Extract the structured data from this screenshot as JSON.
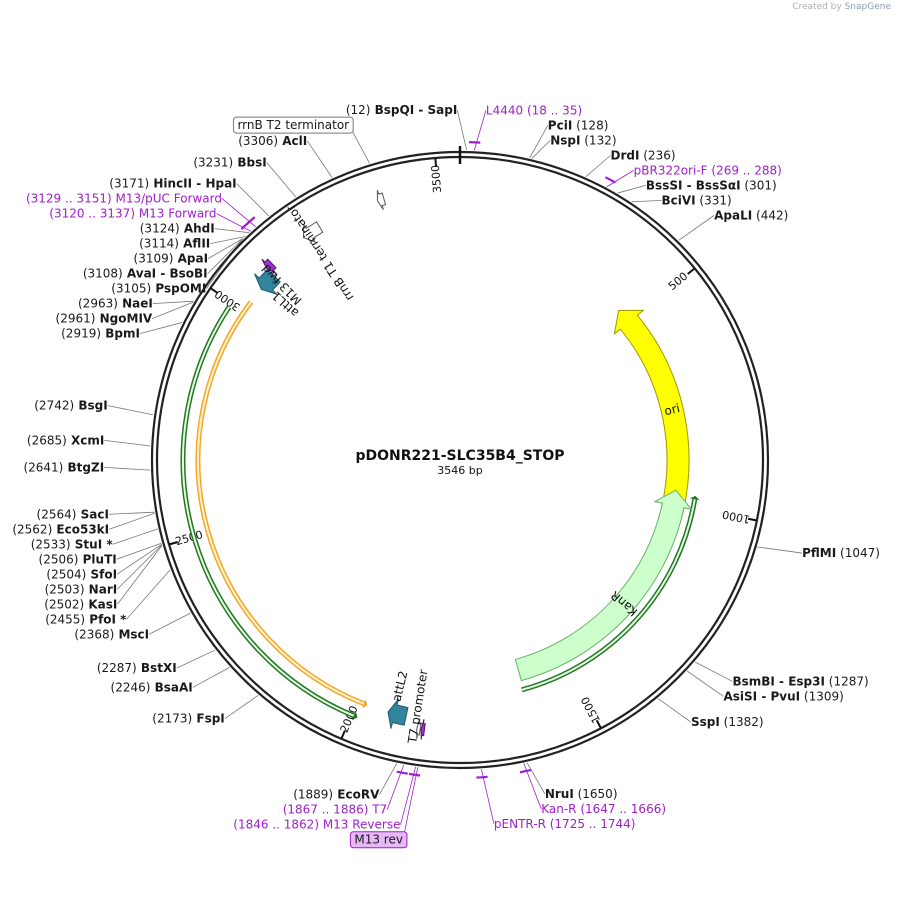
{
  "watermark": {
    "prefix": "Created by",
    "brand": "SnapGene"
  },
  "plasmid": {
    "name": "pDONR221-SLC35B4_STOP",
    "length": 3546,
    "length_label": "3546 bp"
  },
  "ticks": [
    {
      "bp": 500,
      "label": "500"
    },
    {
      "bp": 1000,
      "label": "1000"
    },
    {
      "bp": 1500,
      "label": "1500"
    },
    {
      "bp": 2000,
      "label": "2000"
    },
    {
      "bp": 2500,
      "label": "2500"
    },
    {
      "bp": 3000,
      "label": "3000"
    },
    {
      "bp": 3500,
      "label": "3500"
    }
  ],
  "features": [
    {
      "name": "ori",
      "start": 1050,
      "end": 460,
      "strand": -1,
      "ring": 1,
      "color": "#ffff00",
      "stroke": "#9a9a00",
      "label": "ori",
      "label_mode": "arc"
    },
    {
      "name": "KanR",
      "start": 1620,
      "end": 965,
      "strand": -1,
      "ring": 1,
      "color": "#ccffcc",
      "stroke": "#6ab06a",
      "label": "KanR",
      "label_mode": "arc"
    },
    {
      "name": "attL1",
      "start": 3100,
      "end": 3060,
      "strand": -1,
      "ring": 2,
      "color": "#31849b",
      "stroke": "#1f5f70",
      "label": "attL1",
      "label_mode": "out"
    },
    {
      "name": "M13 fwd",
      "start": 3115,
      "end": 3100,
      "strand": -1,
      "ring": 3,
      "color": "#9933cc",
      "stroke": "#55116e",
      "label": "M13 fwd",
      "label_mode": "out"
    },
    {
      "name": "rrnB T1 terminator",
      "start": 3240,
      "end": 3200,
      "strand": -1,
      "ring": 3,
      "color": "#ffffff",
      "stroke": "#555555",
      "label": "rrnB T1 terminator",
      "label_mode": "out"
    },
    {
      "name": "rrnB T2 terminator",
      "start": 3386,
      "end": 3372,
      "strand": -1,
      "ring": 3,
      "color": "#ffffff",
      "stroke": "#555555",
      "label": "rrnB T2 terminator",
      "label_mode": "none"
    },
    {
      "name": "attL2",
      "start": 1930,
      "end": 1890,
      "strand": 1,
      "ring": 2,
      "color": "#31849b",
      "stroke": "#1f5f70",
      "label": "attL2",
      "label_mode": "out"
    },
    {
      "name": "T7 promoter",
      "start": 1863,
      "end": 1856,
      "strand": 1,
      "ring": 3,
      "color": "#ffffff",
      "stroke": "#555555",
      "label": "T7 promoter",
      "label_mode": "out"
    },
    {
      "name": "M13 rev",
      "start": 1854,
      "end": 1847,
      "strand": 1,
      "ring": 3,
      "color": "#9933cc",
      "stroke": "#55116e",
      "label": "",
      "label_mode": "none"
    }
  ],
  "orfs": [
    {
      "start": 1985,
      "end": 3025,
      "strand": -1,
      "ring": 1,
      "color": "#f6a623",
      "fill": "#fff3d6"
    },
    {
      "start": 1995,
      "end": 2990,
      "strand": -1,
      "ring": 2,
      "color": "#1f7a1f",
      "fill": "#e8f6e8"
    },
    {
      "start": 1625,
      "end": 980,
      "strand": -1,
      "ring": 0,
      "color": "#1f7a1f",
      "fill": "#e8f6e8"
    }
  ],
  "primer_marks": [
    {
      "name": "L4440",
      "bp": 26
    },
    {
      "name": "pBR322ori-F",
      "bp": 278
    },
    {
      "name": "M13/pUC Forward",
      "bp": 3140
    },
    {
      "name": "M13 Forward",
      "bp": 3128
    },
    {
      "name": "T7",
      "bp": 1876
    },
    {
      "name": "M13 Reverse",
      "bp": 1854
    },
    {
      "name": "pENTR-R",
      "bp": 1734
    },
    {
      "name": "Kan-R",
      "bp": 1656
    }
  ],
  "labels": [
    {
      "text": [
        "(12)",
        " BspQI",
        "  -  SapI"
      ],
      "bp": 12,
      "kind": "site",
      "side": "L"
    },
    {
      "text": [
        "L4440",
        "    (18 .. 35)"
      ],
      "bp": 26,
      "kind": "primer",
      "side": "R"
    },
    {
      "text": [
        "PciI",
        "   (128)"
      ],
      "bp": 128,
      "kind": "site",
      "side": "R"
    },
    {
      "text": [
        "NspI",
        "   (132)"
      ],
      "bp": 132,
      "kind": "site",
      "side": "R"
    },
    {
      "text": [
        "DrdI",
        "   (236)"
      ],
      "bp": 236,
      "kind": "site",
      "side": "R"
    },
    {
      "text": [
        "pBR322ori-F",
        "    (269 .. 288)"
      ],
      "bp": 278,
      "kind": "primer",
      "side": "R"
    },
    {
      "text": [
        "BssSI",
        "  -  BssSαI",
        "   (301)"
      ],
      "bp": 301,
      "kind": "site",
      "side": "R"
    },
    {
      "text": [
        "BciVI",
        "   (331)"
      ],
      "bp": 331,
      "kind": "site",
      "side": "R"
    },
    {
      "text": [
        "ApaLI",
        "   (442)"
      ],
      "bp": 442,
      "kind": "site",
      "side": "R"
    },
    {
      "text": [
        "PflMI",
        "   (1047)"
      ],
      "bp": 1047,
      "kind": "site",
      "side": "R"
    },
    {
      "text": [
        "BsmBI",
        "  -  Esp3I",
        "   (1287)"
      ],
      "bp": 1287,
      "kind": "site",
      "side": "R"
    },
    {
      "text": [
        "AsiSI",
        "  -  PvuI",
        "   (1309)"
      ],
      "bp": 1309,
      "kind": "site",
      "side": "R"
    },
    {
      "text": [
        "SspI",
        "   (1382)"
      ],
      "bp": 1382,
      "kind": "site",
      "side": "R"
    },
    {
      "text": [
        "Kan-R",
        "    (1647 .. 1666)"
      ],
      "bp": 1656,
      "kind": "primer",
      "side": "R"
    },
    {
      "text": [
        "NruI",
        "   (1650)"
      ],
      "bp": 1650,
      "kind": "site",
      "side": "R"
    },
    {
      "text": [
        "pENTR-R",
        "    (1725 .. 1744)"
      ],
      "bp": 1734,
      "kind": "primer",
      "side": "R"
    },
    {
      "text": [
        "(1846 .. 1862)",
        "  M13 Reverse"
      ],
      "bp": 1854,
      "kind": "primer",
      "side": "L"
    },
    {
      "text": [
        "(1867 .. 1886)",
        "  T7"
      ],
      "bp": 1876,
      "kind": "primer",
      "side": "L"
    },
    {
      "text": [
        "(1889)",
        "  EcoRV"
      ],
      "bp": 1889,
      "kind": "site",
      "side": "L"
    },
    {
      "text": [
        "(2173)",
        "  FspI"
      ],
      "bp": 2173,
      "kind": "site",
      "side": "L"
    },
    {
      "text": [
        "(2246)",
        "  BsaAI"
      ],
      "bp": 2246,
      "kind": "site",
      "side": "L"
    },
    {
      "text": [
        "(2287)",
        "  BstXI"
      ],
      "bp": 2287,
      "kind": "site",
      "side": "L"
    },
    {
      "text": [
        "(2368)",
        "  MscI"
      ],
      "bp": 2368,
      "kind": "site",
      "side": "L"
    },
    {
      "text": [
        "(2455)",
        "  PfoI *"
      ],
      "bp": 2455,
      "kind": "site",
      "side": "L"
    },
    {
      "text": [
        "(2502)",
        "  KasI"
      ],
      "bp": 2502,
      "kind": "site",
      "side": "L"
    },
    {
      "text": [
        "(2503)",
        "  NarI"
      ],
      "bp": 2503,
      "kind": "site",
      "side": "L"
    },
    {
      "text": [
        "(2504)",
        "  SfoI"
      ],
      "bp": 2504,
      "kind": "site",
      "side": "L"
    },
    {
      "text": [
        "(2506)",
        "  PluTI"
      ],
      "bp": 2506,
      "kind": "site",
      "side": "L"
    },
    {
      "text": [
        "(2533)",
        "  StuI *"
      ],
      "bp": 2533,
      "kind": "site",
      "side": "L"
    },
    {
      "text": [
        "(2562)",
        "  Eco53kI"
      ],
      "bp": 2562,
      "kind": "site",
      "side": "L"
    },
    {
      "text": [
        "(2564)",
        "  SacI"
      ],
      "bp": 2564,
      "kind": "site",
      "side": "L"
    },
    {
      "text": [
        "(2641)",
        "  BtgZI"
      ],
      "bp": 2641,
      "kind": "site",
      "side": "L"
    },
    {
      "text": [
        "(2685)",
        "  XcmI"
      ],
      "bp": 2685,
      "kind": "site",
      "side": "L"
    },
    {
      "text": [
        "(2742)",
        "  BsgI"
      ],
      "bp": 2742,
      "kind": "site",
      "side": "L"
    },
    {
      "text": [
        "(2919)",
        "  BpmI"
      ],
      "bp": 2919,
      "kind": "site",
      "side": "L"
    },
    {
      "text": [
        "(2961)",
        "  NgoMIV"
      ],
      "bp": 2961,
      "kind": "site",
      "side": "L"
    },
    {
      "text": [
        "(2963)",
        "  NaeI"
      ],
      "bp": 2963,
      "kind": "site",
      "side": "L"
    },
    {
      "text": [
        "(3105)",
        "  PspOMI"
      ],
      "bp": 3105,
      "kind": "site",
      "side": "L"
    },
    {
      "text": [
        "(3108)",
        "  AvaI",
        "  -  BsoBI"
      ],
      "bp": 3108,
      "kind": "site",
      "side": "L"
    },
    {
      "text": [
        "(3109)",
        "  ApaI"
      ],
      "bp": 3109,
      "kind": "site",
      "side": "L"
    },
    {
      "text": [
        "(3114)",
        "  AflII"
      ],
      "bp": 3114,
      "kind": "site",
      "side": "L"
    },
    {
      "text": [
        "(3124)",
        "  AhdI"
      ],
      "bp": 3124,
      "kind": "site",
      "side": "L"
    },
    {
      "text": [
        "(3120 .. 3137)",
        "  M13 Forward"
      ],
      "bp": 3128,
      "kind": "primer",
      "side": "L"
    },
    {
      "text": [
        "(3129 .. 3151)",
        "  M13/pUC Forward"
      ],
      "bp": 3140,
      "kind": "primer",
      "side": "L"
    },
    {
      "text": [
        "(3171)",
        "  HincII",
        "  -  HpaI"
      ],
      "bp": 3171,
      "kind": "site",
      "side": "L"
    },
    {
      "text": [
        "(3231)",
        "  BbsI"
      ],
      "bp": 3231,
      "kind": "site",
      "side": "L"
    },
    {
      "text": [
        "(3306)",
        "  AclI"
      ],
      "bp": 3306,
      "kind": "site",
      "side": "L"
    },
    {
      "text": [
        "rrnB T2 terminator"
      ],
      "bp": 3379,
      "kind": "boxed",
      "side": "L"
    },
    {
      "text": [
        "M13 rev"
      ],
      "bp": 1850,
      "kind": "boxedp",
      "side": "L"
    }
  ]
}
